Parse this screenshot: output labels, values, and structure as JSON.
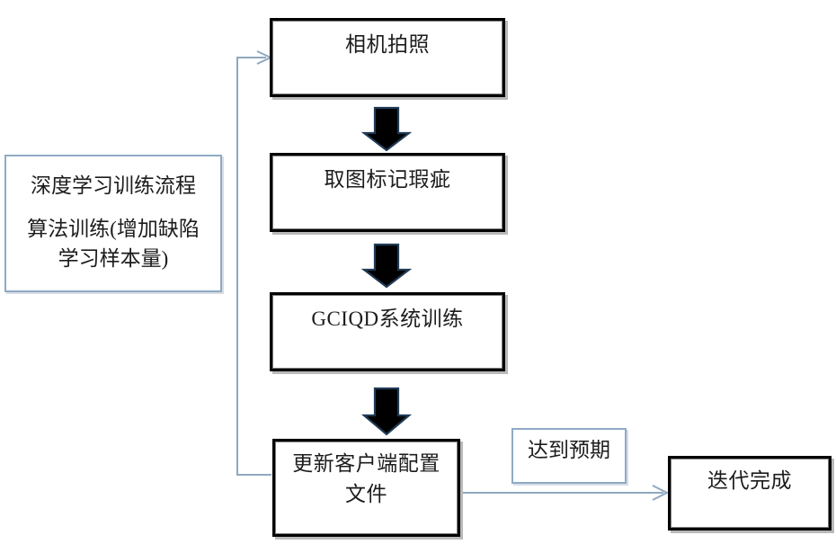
{
  "diagram": {
    "title_hidden": "",
    "note": {
      "name": "deep-learning-training-note",
      "line1": "深度学习训练流程",
      "line2": "算法训练(增加缺陷",
      "line3": "学习样本量)",
      "border_color": "#8faac4"
    },
    "nodes": [
      {
        "id": "camera",
        "label": "相机拍照",
        "name": "node-camera-capture"
      },
      {
        "id": "mark",
        "label": "取图标记瑕疵",
        "name": "node-mark-defects"
      },
      {
        "id": "train",
        "label": "GCIQD系统训练",
        "name": "node-gciqd-training"
      },
      {
        "id": "update",
        "label": "更新客户端配置\n文件",
        "name": "node-update-client-config"
      },
      {
        "id": "done",
        "label": "迭代完成",
        "name": "node-iteration-complete"
      }
    ],
    "edge_label": {
      "text": "达到预期",
      "name": "edge-label-expectation-met"
    },
    "colors": {
      "box_border": "#000000",
      "note_border": "#8faac4",
      "arrow_fill": "#4a7ebb",
      "arrow_outline": "#1f3a56",
      "connector_line": "#8fa8c0",
      "background": "#ffffff"
    },
    "arrows": [
      {
        "name": "arrow-camera-to-mark",
        "from": "camera",
        "to": "mark",
        "type": "block-down"
      },
      {
        "name": "arrow-mark-to-train",
        "from": "mark",
        "to": "train",
        "type": "block-down"
      },
      {
        "name": "arrow-train-to-update",
        "from": "train",
        "to": "update",
        "type": "block-down"
      },
      {
        "name": "arrow-update-to-camera",
        "from": "update",
        "to": "camera",
        "type": "feedback-left"
      },
      {
        "name": "arrow-update-to-done",
        "from": "update",
        "to": "done",
        "type": "thin-right"
      }
    ]
  }
}
